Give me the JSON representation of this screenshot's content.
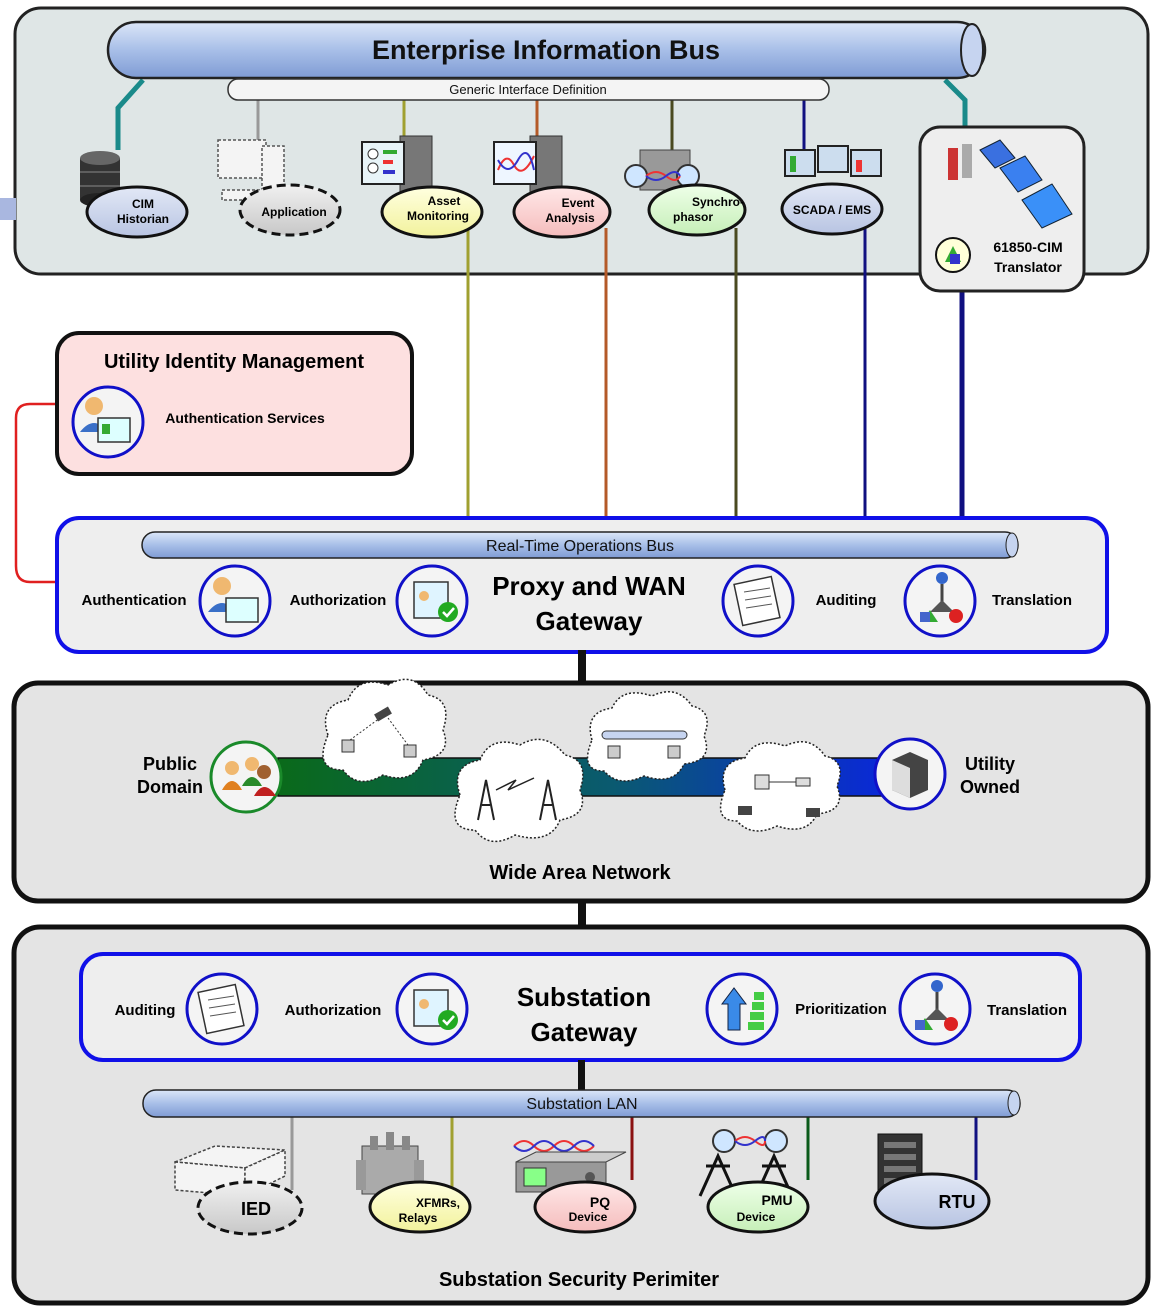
{
  "enterprise": {
    "bus_title": "Enterprise Information Bus",
    "interface_label": "Generic Interface Definition",
    "nodes": {
      "cim_historian": [
        "CIM",
        "Historian"
      ],
      "application": "Application",
      "asset_monitoring": [
        "Asset",
        "Monitoring"
      ],
      "event_analysis": [
        "Event",
        "Analysis"
      ],
      "synchrophasor": [
        "Synchro-",
        "phasor"
      ],
      "scada_ems": "SCADA / EMS",
      "translator": [
        "61850-CIM",
        "Translator"
      ]
    }
  },
  "identity": {
    "title": "Utility Identity Management",
    "service": "Authentication Services"
  },
  "proxy": {
    "bus_label": "Real-Time Operations Bus",
    "title": [
      "Proxy and WAN",
      "Gateway"
    ],
    "authentication": "Authentication",
    "authorization": "Authorization",
    "auditing": "Auditing",
    "translation": "Translation"
  },
  "wan": {
    "title": "Wide Area Network",
    "public": [
      "Public",
      "Domain"
    ],
    "utility": [
      "Utility",
      "Owned"
    ]
  },
  "substation": {
    "perimeter_title": "Substation Security Perimiter",
    "gateway_title": [
      "Substation",
      "Gateway"
    ],
    "auditing": "Auditing",
    "authorization": "Authorization",
    "prioritization": "Prioritization",
    "translation": "Translation",
    "lan_label": "Substation LAN",
    "devices": {
      "ied": "IED",
      "xfmrs": [
        "XFMRs,",
        "Relays"
      ],
      "pq": [
        "PQ",
        "Device"
      ],
      "pmu": [
        "PMU",
        "Device"
      ],
      "rtu": "RTU"
    }
  },
  "colors": {
    "enterprise_bg": "#dfe6e6",
    "panel_bg": "#e4e4e4",
    "identity_bg": "#fde0e0",
    "bus_fill": "#b4c8ec",
    "gateway_border": "#1010e8",
    "teal_line": "#1a8a8a",
    "olive_line": "#a0a030",
    "brown_line": "#b45a28",
    "dark_olive_line": "#4a4a20",
    "navy_line": "#101080",
    "red_line": "#e02020",
    "wan_green": "#0a6a1a",
    "wan_blue": "#0a28c8"
  }
}
